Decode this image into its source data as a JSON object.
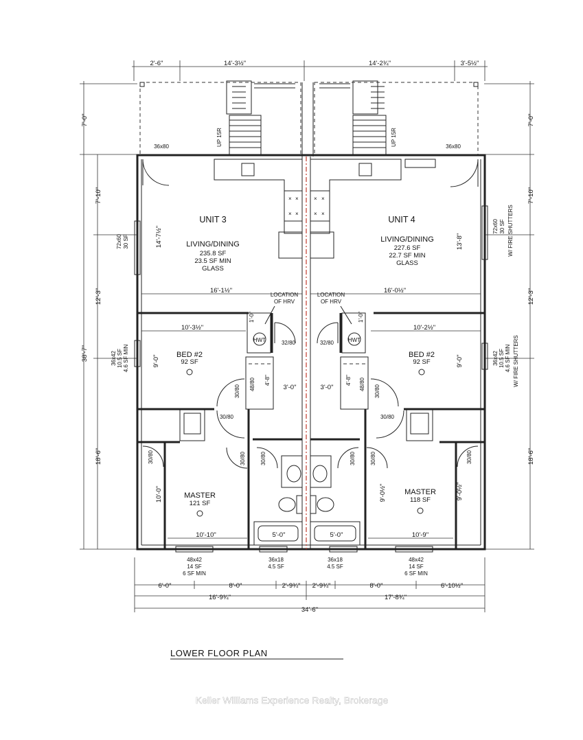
{
  "dims": {
    "top": [
      "2'-6\"",
      "14'-3½\"",
      "14'-2¾\"",
      "3'-5½\""
    ],
    "left": [
      "7'-0\"",
      "7'-10\"",
      "12'-3\"",
      "38'-7\"",
      "18'-6\""
    ],
    "right": [
      "7'-0\"",
      "7'-10\"",
      "12'-3\"",
      "18'-6\""
    ],
    "bottom_row1": [
      "6'-0\"",
      "8'-0\"",
      "2'-9¾\"",
      "2'-9¾\"",
      "8'-0\"",
      "6'-10½\""
    ],
    "bottom_row2": [
      "16'-9¾\"",
      "17'-8¾\""
    ],
    "bottom_total": "34'-6\"",
    "unit3": {
      "living_h": "14'-7½\"",
      "living_w": "16'-1½\"",
      "bed_w": "10'-3½\"",
      "bed_h": "9'-0\"",
      "master_h": "10'-0\"",
      "master_w": "10'-10\"",
      "bath_w": "5'-0\"",
      "closet": "4'-8\"",
      "hall": "3'-0\"",
      "hrv_dim": "1'-0\""
    },
    "unit4": {
      "living_h": "13'-8\"",
      "living_w": "16'-0½\"",
      "bed_w": "10'-2½\"",
      "bed_h": "9'-0\"",
      "master_h": "9'-0½\"",
      "master_w": "10'-9\"",
      "bath_w": "5'-0\"",
      "closet": "4'-8\"",
      "hall": "3'-0\"",
      "hrv_dim": "1'-0\""
    }
  },
  "stairs": {
    "label": "UP 15R"
  },
  "doors": {
    "entry": "36x80",
    "d3280": "32/80",
    "d3080": "30/80",
    "d4880": "48/80"
  },
  "units": [
    {
      "name": "UNIT 3",
      "living": {
        "title": "LIVING/DINING",
        "area": "235.8 SF",
        "glass": "23.5 SF MIN",
        "glass_label": "GLASS"
      },
      "bed": {
        "title": "BED #2",
        "area": "92 SF"
      },
      "master": {
        "title": "MASTER",
        "area": "121 SF"
      },
      "hrv": {
        "line1": "LOCATION",
        "line2": "OF HRV"
      },
      "hwt": "HWT",
      "win_living": {
        "size": "72x60",
        "sf": "30 SF"
      },
      "win_bed": {
        "size": "36x42",
        "sf": "10.5 SF",
        "min": "4.6 SF MIN"
      },
      "win_master": {
        "size": "48x42",
        "sf": "14 SF",
        "min": "6 SF MIN"
      },
      "win_bath": {
        "size": "36x18",
        "sf": "4.5 SF"
      }
    },
    {
      "name": "UNIT 4",
      "living": {
        "title": "LIVING/DINING",
        "area": "227.6 SF",
        "glass": "22.7 SF MIN",
        "glass_label": "GLASS"
      },
      "bed": {
        "title": "BED #2",
        "area": "92 SF"
      },
      "master": {
        "title": "MASTER",
        "area": "118 SF"
      },
      "hrv": {
        "line1": "LOCATION",
        "line2": "OF HRV"
      },
      "hwt": "HWT",
      "win_living": {
        "size": "72x60",
        "sf": "30 SF",
        "note": "W/ FIRE SHUTTERS"
      },
      "win_bed": {
        "size": "36x42",
        "sf": "10.5 SF",
        "min": "4.6 SF MIN",
        "note": "W/ FIRE SHUTTERS"
      },
      "win_master": {
        "size": "48x42",
        "sf": "14 SF",
        "min": "6 SF MIN"
      },
      "win_bath": {
        "size": "36x18",
        "sf": "4.5 SF"
      }
    }
  ],
  "plan_title": "LOWER FLOOR PLAN",
  "watermark": "Keller Williams Experience Realty, Brokerage"
}
